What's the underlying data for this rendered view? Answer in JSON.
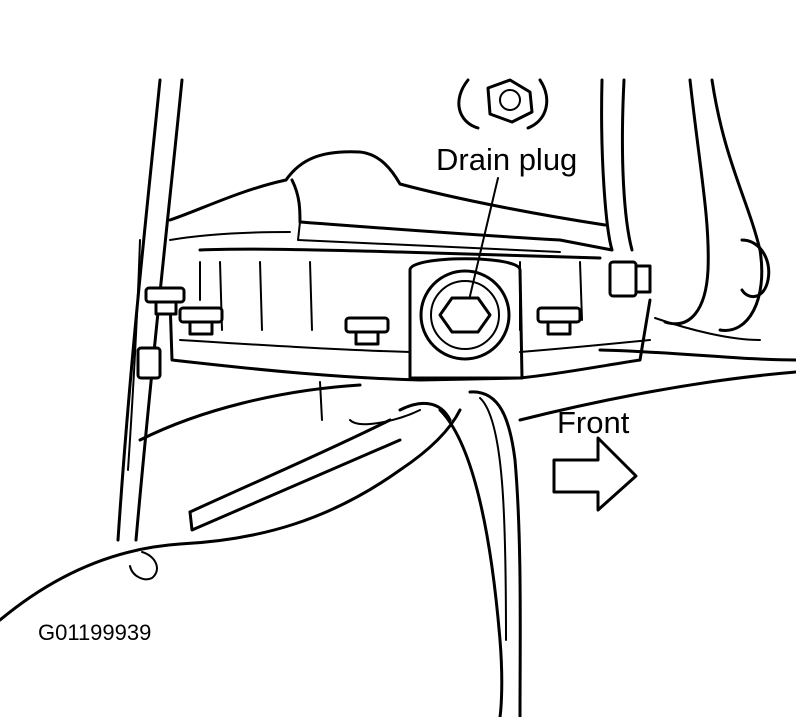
{
  "figure": {
    "callout_drain_plug": "Drain plug",
    "direction_label": "Front",
    "figure_code": "G01199939"
  },
  "colors": {
    "line": "#000000",
    "background": "#ffffff"
  },
  "icons": {
    "direction_arrow": "right-arrow-icon"
  }
}
